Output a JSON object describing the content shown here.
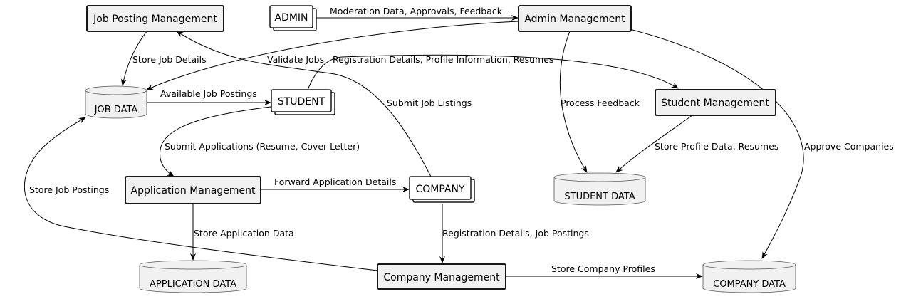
{
  "processes": {
    "job_posting_management": "Job Posting Management",
    "admin_management": "Admin Management",
    "student_management": "Student Management",
    "application_management": "Application Management",
    "company_management": "Company Management"
  },
  "entities": {
    "admin": "ADMIN",
    "student": "STUDENT",
    "company": "COMPANY"
  },
  "stores": {
    "job_data": "JOB DATA",
    "student_data": "STUDENT DATA",
    "application_data": "APPLICATION DATA",
    "company_data": "COMPANY DATA"
  },
  "flows": {
    "moderation": "Moderation Data, Approvals, Feedback",
    "store_job_details": "Store Job Details",
    "validate_jobs": "Validate Jobs",
    "registration_profile": "Registration Details, Profile Information, Resumes",
    "available_job_postings": "Available Job Postings",
    "submit_job_listings": "Submit Job Listings",
    "process_feedback": "Process Feedback",
    "store_profile_data": "Store Profile Data, Resumes",
    "approve_companies": "Approve Companies",
    "submit_applications": "Submit Applications (Resume, Cover Letter)",
    "store_job_postings": "Store Job Postings",
    "forward_application": "Forward Application Details",
    "store_application_data": "Store Application Data",
    "registration_job_postings": "Registration Details, Job Postings",
    "store_company_profiles": "Store Company Profiles"
  }
}
